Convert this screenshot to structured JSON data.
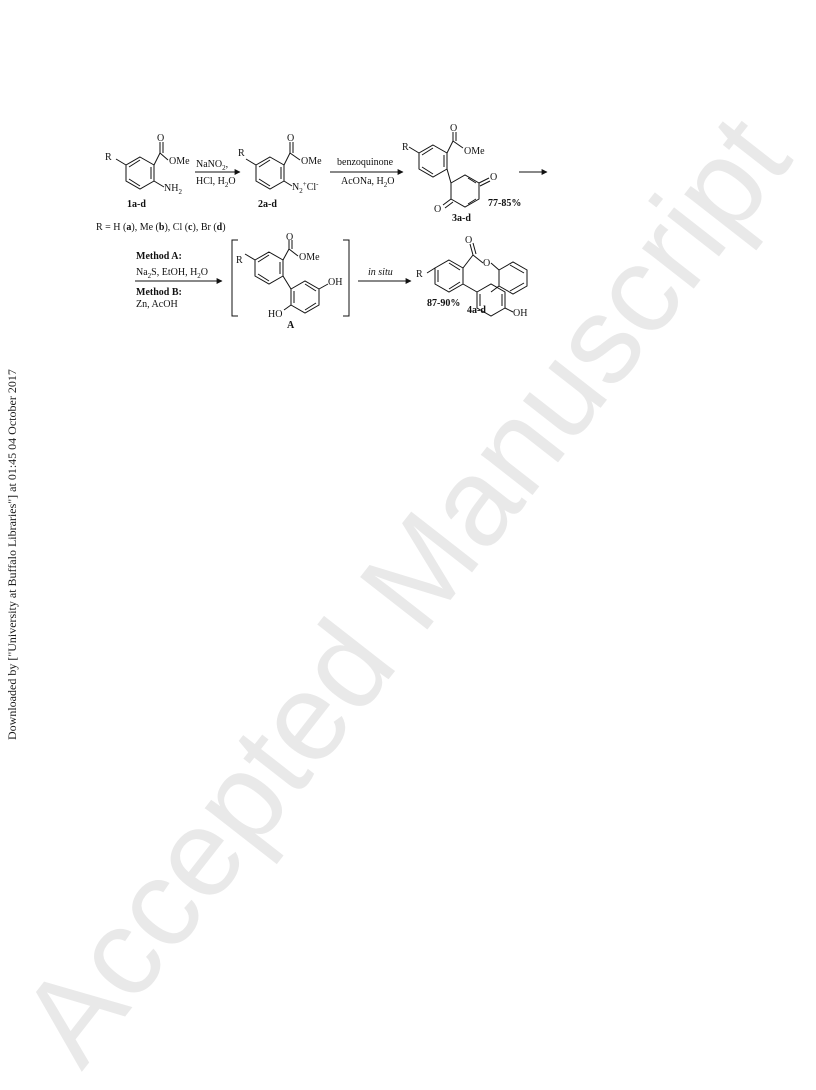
{
  "sidebar_note": "Downloaded by [\"University at Buffalo Libraries\"] at 01:45 04 October 2017",
  "watermark": "Accepted Manuscript",
  "scheme": {
    "compound1": {
      "substituent": "R",
      "ester": "OMe",
      "carbonyl": "O",
      "amine": "NH",
      "amine_sub": "2",
      "label": "1a-d"
    },
    "step1": {
      "reagent1": "NaNO",
      "reagent1_sub": "2",
      "reagent1_tail": ",",
      "reagent2": "HCl, H",
      "reagent2_sub": "2",
      "reagent2_tail": "O"
    },
    "compound2": {
      "substituent": "R",
      "ester": "OMe",
      "carbonyl": "O",
      "diazonium": "N",
      "diazonium_sub": "2",
      "diazonium_sup": "+",
      "counterion": "Cl",
      "counterion_sup": "-",
      "label": "2a-d"
    },
    "step2": {
      "reagent1": "benzoquinone",
      "reagent2": "AcONa, H",
      "reagent2_sub": "2",
      "reagent2_tail": "O"
    },
    "compound3": {
      "substituent": "R",
      "ester": "OMe",
      "carbonyl": "O",
      "quinone_o1": "O",
      "quinone_o2": "O",
      "label": "3a-d",
      "yield": "77-85%"
    },
    "r_definition": {
      "prefix": "R = H (",
      "a": "a",
      "p2": "), Me (",
      "b": "b",
      "p3": "), Cl (",
      "c": "c",
      "p4": "), Br (",
      "d": "d",
      "p5": ")"
    },
    "step3": {
      "method_a": "Method A:",
      "method_a_reagent": "Na",
      "method_a_sub": "2",
      "method_a_tail": "S, EtOH, H",
      "method_a_sub2": "2",
      "method_a_tail2": "O",
      "method_b": "Method B:",
      "method_b_reagent": "Zn, AcOH"
    },
    "intermediate": {
      "substituent": "R",
      "ester": "OMe",
      "carbonyl": "O",
      "hydroxy1": "OH",
      "hydroxy2": "HO",
      "label": "A"
    },
    "step4": {
      "condition": "in situ"
    },
    "product": {
      "substituent": "R",
      "carbonyl": "O",
      "ring_o": "O",
      "hydroxy": "OH",
      "yield": "87-90%",
      "label": "4a-d"
    }
  }
}
